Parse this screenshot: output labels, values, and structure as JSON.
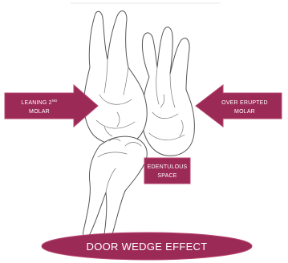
{
  "diagram": {
    "labels": {
      "left_arrow_line1": "LEANING 2",
      "left_arrow_sup": "ND",
      "left_arrow_line2": "MOLAR",
      "right_arrow_line1": "OVER ERUPTED",
      "right_arrow_line2": "MOLAR",
      "box_line1": "EDENTULOUS",
      "box_line2": "SPACE",
      "title": "DOOR WEDGE EFFECT"
    },
    "colors": {
      "accent": "#9c2a57",
      "accent_light": "#b7456f",
      "outline": "#555555"
    }
  }
}
